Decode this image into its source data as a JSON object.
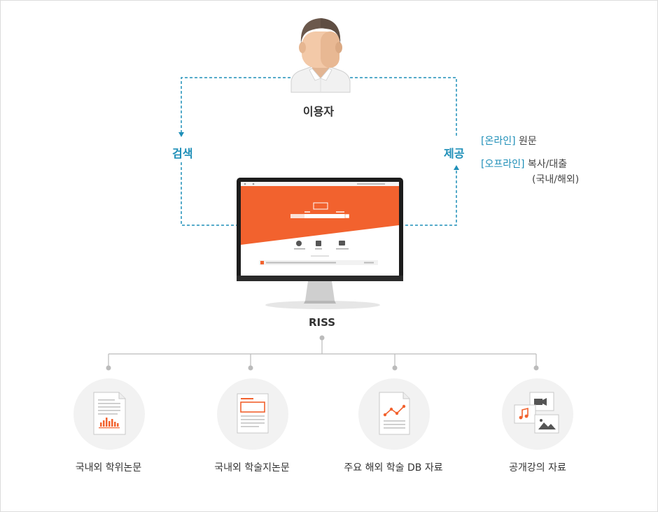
{
  "user_label": "이용자",
  "search_label": "검색",
  "provide_label": "제공",
  "online": {
    "tag": "[온라인]",
    "text": "원문"
  },
  "offline": {
    "tag": "[오프라인]",
    "text": "복사/대출",
    "sub": "(국내/해외)"
  },
  "system_label": "RISS",
  "categories": [
    {
      "label": "국내외 학위논문",
      "icon": "thesis-chart-icon"
    },
    {
      "label": "국내외 학술지논문",
      "icon": "journal-icon"
    },
    {
      "label": "주요 해외 학술 DB 자료",
      "icon": "db-line-chart-icon"
    },
    {
      "label": "공개강의 자료",
      "icon": "media-icon"
    }
  ],
  "colors": {
    "accent": "#1f8fb8",
    "brand": "#f2622e",
    "line": "#bbbbbb"
  }
}
